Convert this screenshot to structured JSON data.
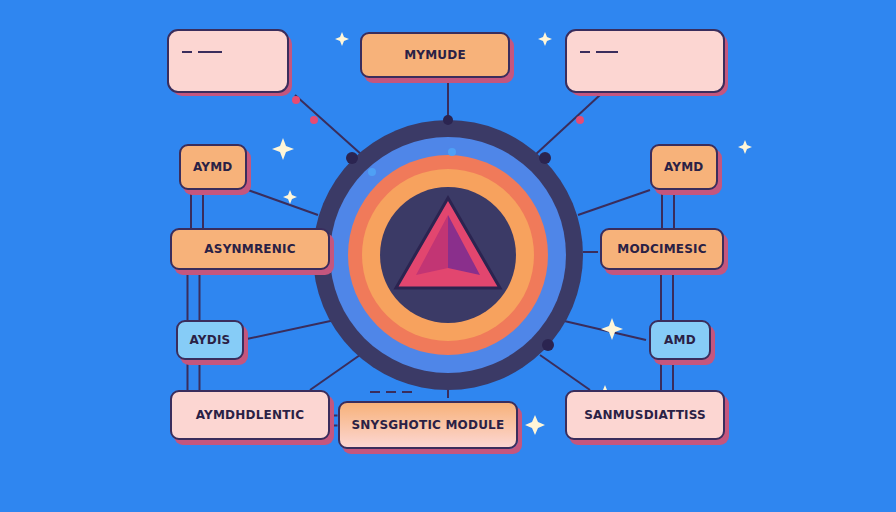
{
  "diagram": {
    "nodes": [
      {
        "text": [
          "MYMUDE"
        ]
      },
      {
        "text": [
          "AYMD"
        ]
      },
      {
        "text": [
          "AYMD"
        ]
      },
      {
        "text": [
          "ASYNMRENIC"
        ]
      },
      {
        "text": [
          "MODCIMESIC"
        ]
      },
      {
        "text": [
          "AYDIS"
        ]
      },
      {
        "text": [
          "AMD"
        ]
      },
      {
        "text": [
          "AYMDHDLENTIC"
        ]
      },
      {
        "text": [
          "SNYSGHOTIC MODULE"
        ]
      },
      {
        "text": [
          "SANMUSDIATTISS"
        ]
      }
    ],
    "edges": [
      {
        "from": 1,
        "to": 3,
        "arrow": "none"
      },
      {
        "from": 3,
        "to": 5,
        "arrow": "none"
      },
      {
        "from": 5,
        "to": 7,
        "arrow": "none"
      },
      {
        "from": 2,
        "to": 4,
        "arrow": "none"
      },
      {
        "from": 4,
        "to": 6,
        "arrow": "none"
      },
      {
        "from": 6,
        "to": 9,
        "arrow": "none"
      },
      {
        "from": 7,
        "to": 8,
        "arrow": "none"
      }
    ]
  }
}
